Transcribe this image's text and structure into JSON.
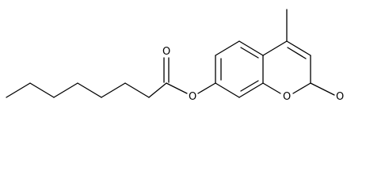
{
  "molecule": {
    "atoms": {
      "ester_carbonyl_oxygen": "O",
      "ester_bridge_oxygen": "O",
      "ring_oxygen": "O",
      "lactone_carbonyl_oxygen": "O"
    }
  },
  "colors": {
    "bond": "#000000",
    "label": "#000000",
    "background": "#ffffff"
  }
}
